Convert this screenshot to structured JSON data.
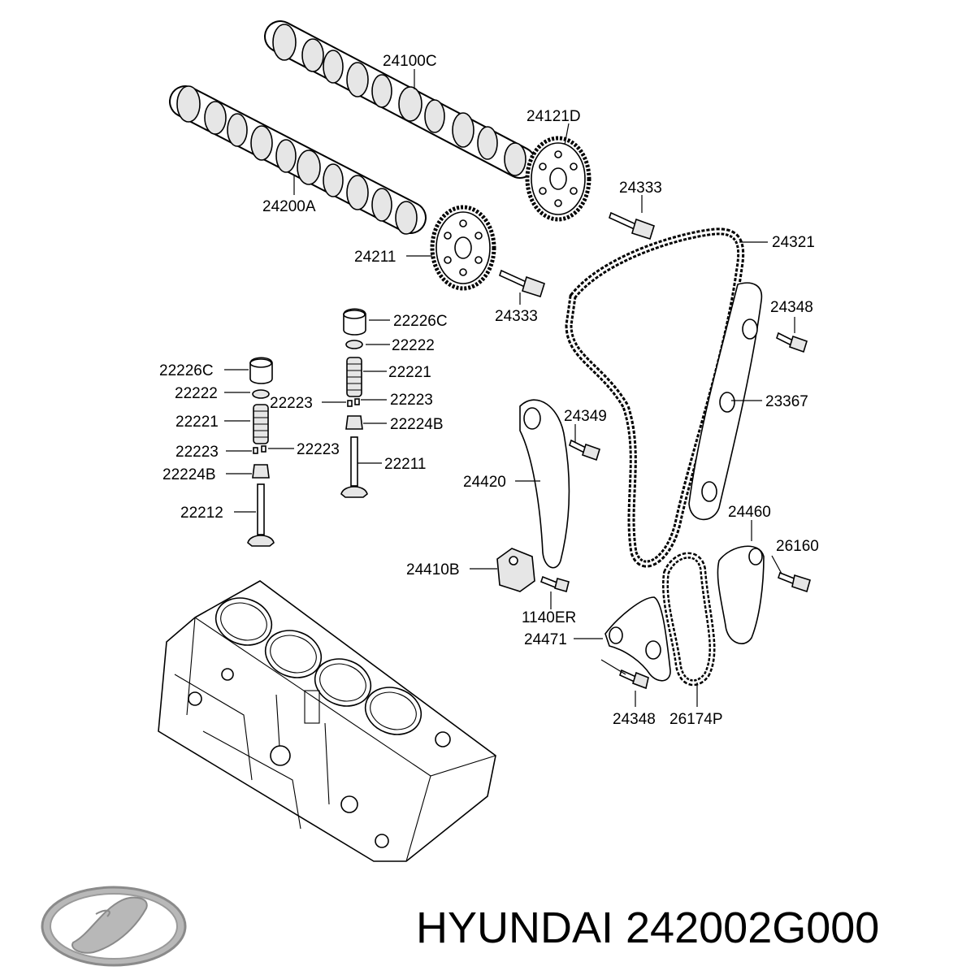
{
  "labels": {
    "l_24100C": "24100C",
    "l_24121D": "24121D",
    "l_24333_top": "24333",
    "l_24200A": "24200A",
    "l_24321": "24321",
    "l_24211": "24211",
    "l_24333_mid": "24333",
    "l_24348_top": "24348",
    "l_22226C_right": "22226C",
    "l_22222_right": "22222",
    "l_22226C_left": "22226C",
    "l_22221_right": "22221",
    "l_22222_left": "22222",
    "l_22223_mid": "22223",
    "l_22223_right": "22223",
    "l_23367": "23367",
    "l_22221_left": "22221",
    "l_22224B_right": "22224B",
    "l_24349": "24349",
    "l_22223_left": "22223",
    "l_22223_left2": "22223",
    "l_22211": "22211",
    "l_22224B_left": "22224B",
    "l_24420": "24420",
    "l_22212": "22212",
    "l_24460": "24460",
    "l_26160": "26160",
    "l_24410B": "24410B",
    "l_1140ER": "1140ER",
    "l_24471": "24471",
    "l_24348_bottom": "24348",
    "l_26174P": "26174P"
  },
  "brand": {
    "logo_icon": "hyundai-logo-icon",
    "text": "HYUNDAI 242002G000"
  }
}
